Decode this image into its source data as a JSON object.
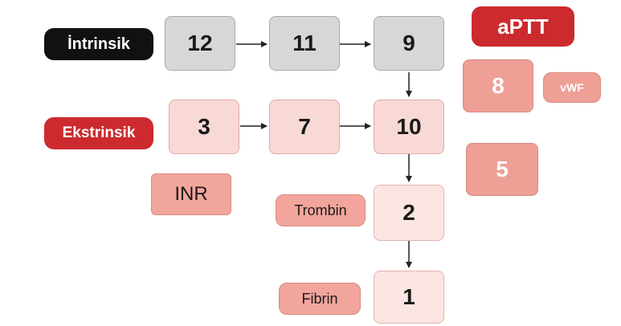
{
  "pathways": {
    "intrinsic_label": "İntrinsik",
    "extrinsic_label": "Ekstrinsik"
  },
  "factors": {
    "f12": "12",
    "f11": "11",
    "f9": "9",
    "f3": "3",
    "f7": "7",
    "f10": "10",
    "f2": "2",
    "f1": "1",
    "f8": "8",
    "f5": "5"
  },
  "tests": {
    "aptt": "aPTT",
    "inr": "INR"
  },
  "labels": {
    "vwf": "vWF",
    "trombin": "Trombin",
    "fibrin": "Fibrin"
  },
  "colors": {
    "intrinsic_pill": "#111111",
    "extrinsic_pill": "#cc2a2e",
    "aptt_pill": "#cc2a2e",
    "intrinsic_boxes": "#d7d7d7",
    "extrinsic_boxes": "#f8d9d5",
    "common_boxes": "#fbe5e2",
    "aptt_factor_boxes": "#ee9f96",
    "label_pills": "#f2a59c"
  }
}
